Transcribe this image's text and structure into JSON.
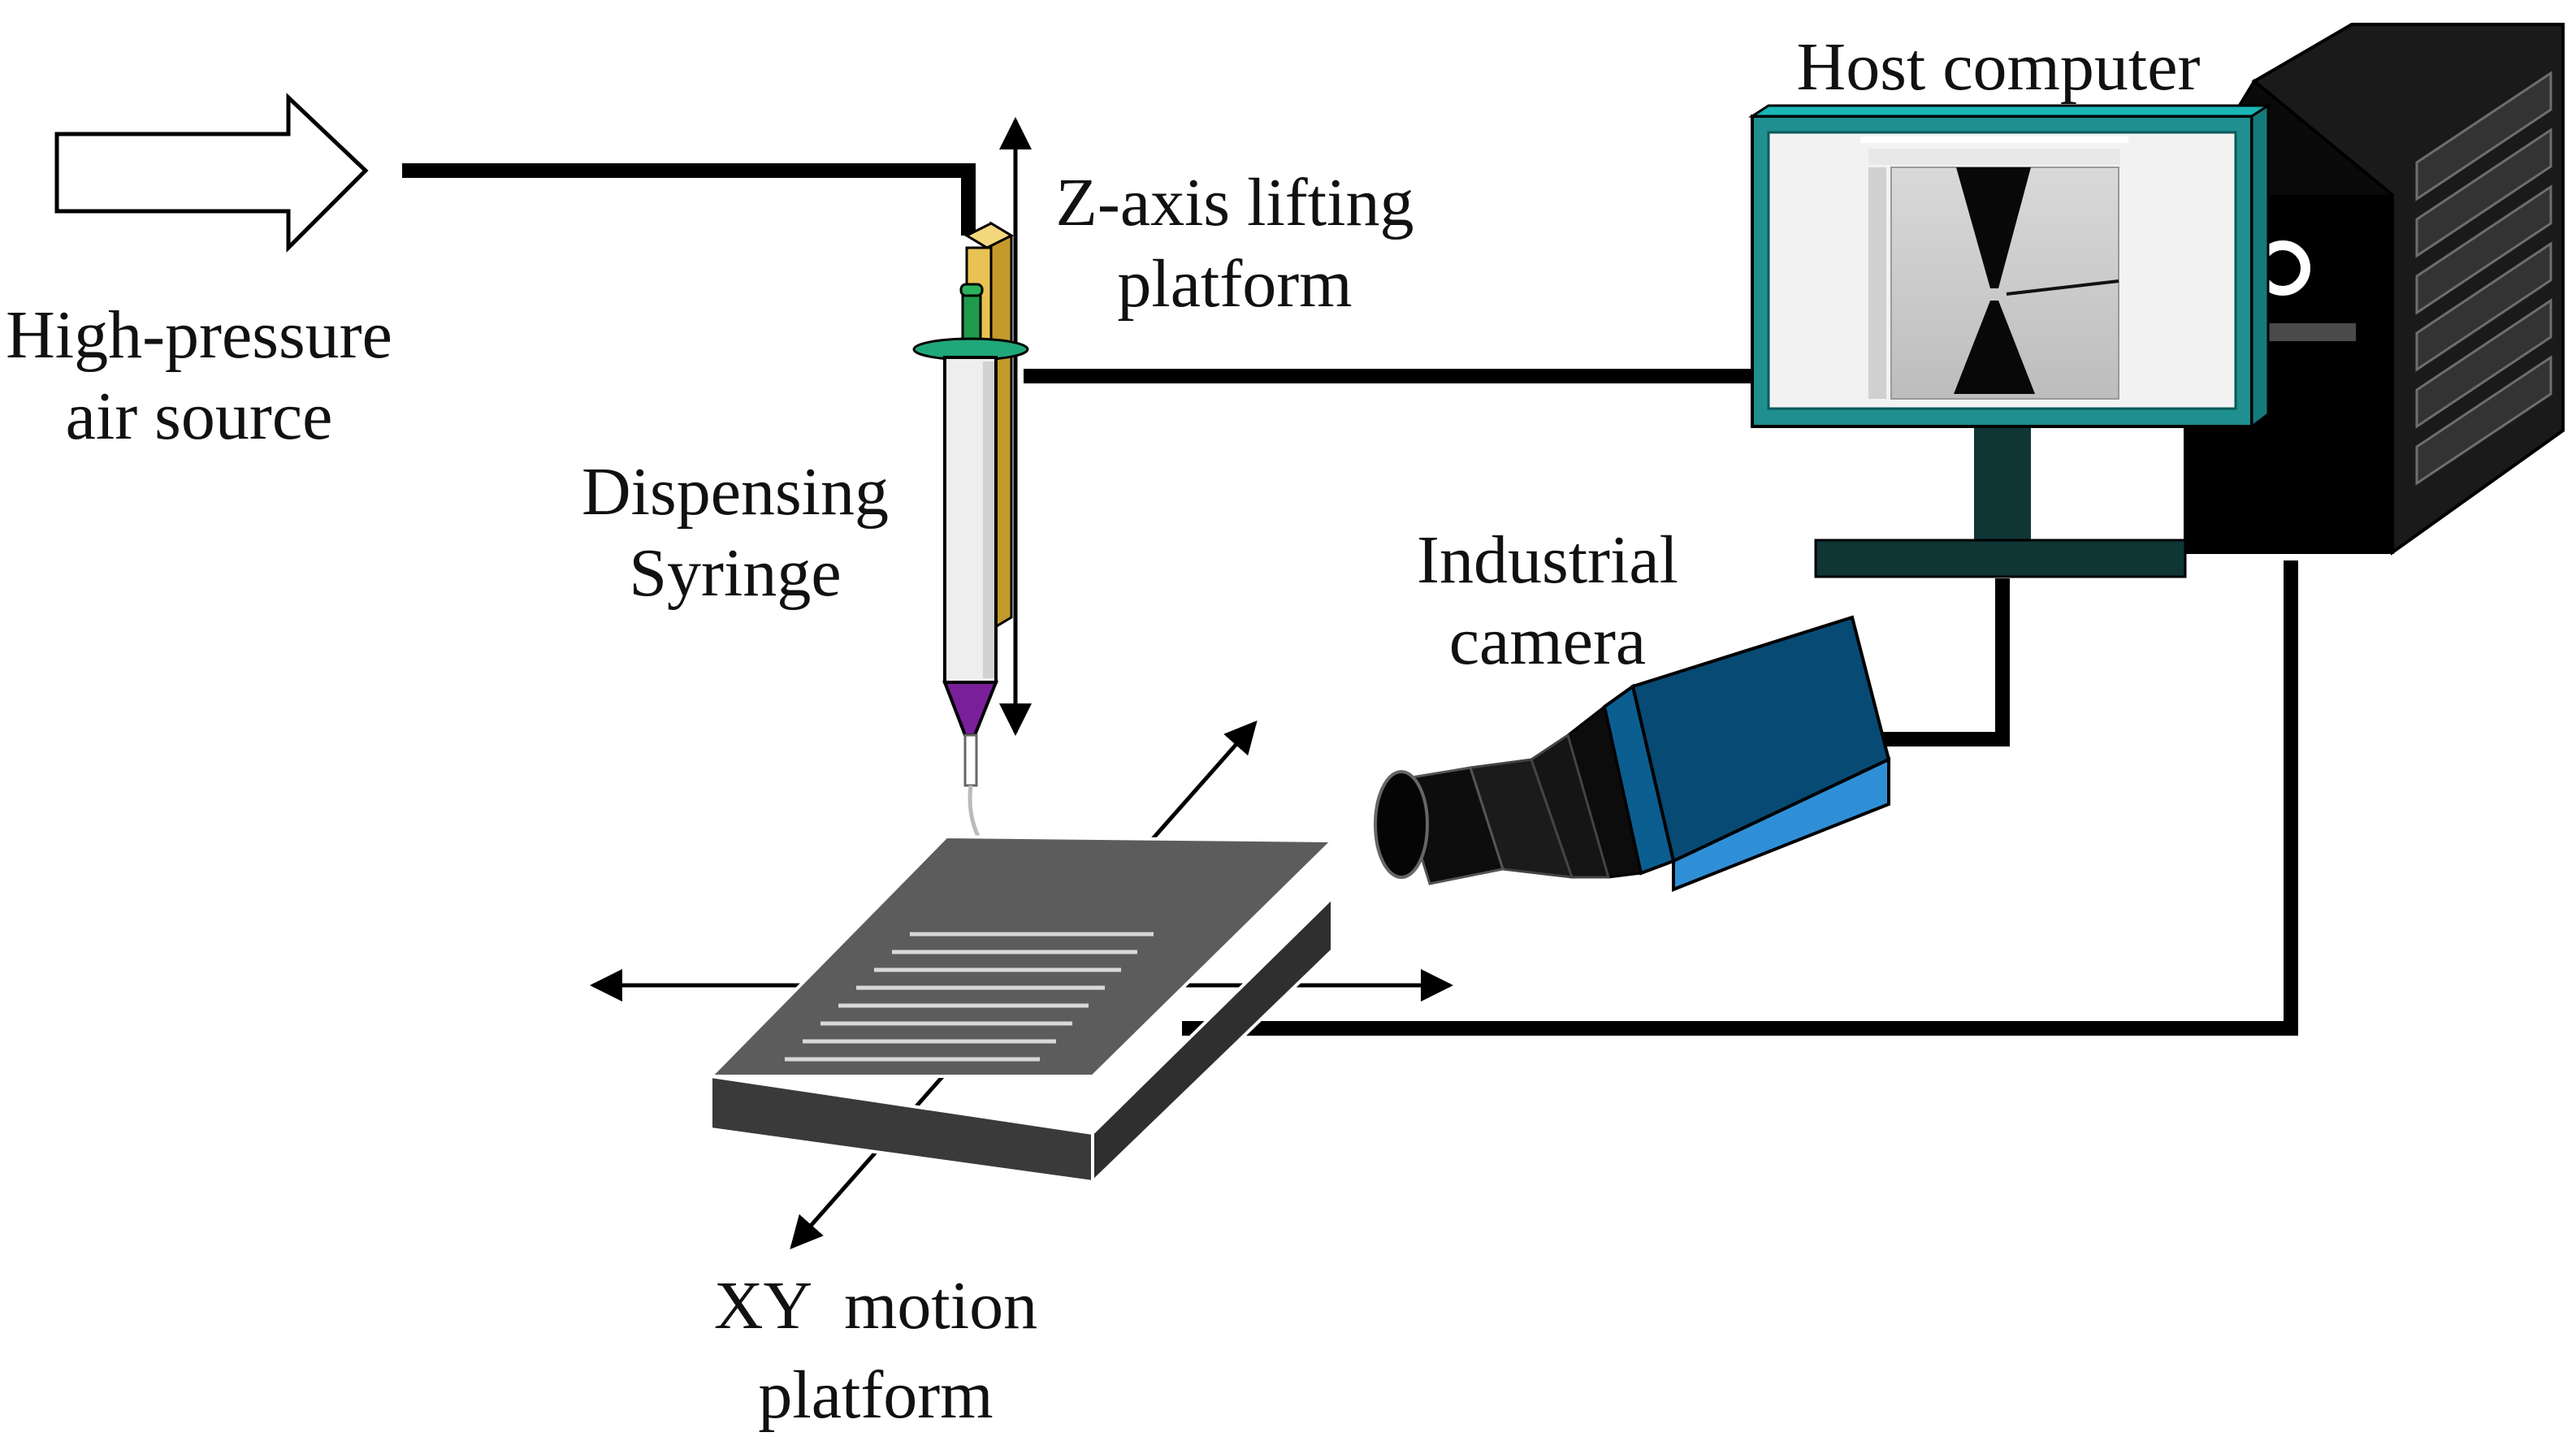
{
  "labels": {
    "air_source": [
      "High-pressure",
      "air source"
    ],
    "z_axis": [
      "Z-axis lifting",
      "platform"
    ],
    "syringe": [
      "Dispensing",
      "Syringe"
    ],
    "host": "Host computer",
    "camera": [
      "Industrial",
      "camera"
    ],
    "xy": [
      "XY  motion",
      "platform"
    ]
  },
  "colors": {
    "line": "#000000",
    "monitor_frame": "#1f8f8f",
    "monitor_bezel": "#1ab7b7",
    "stand": "#0f3535",
    "tower": "#141414",
    "camera_top": "#074a74",
    "camera_front": "#0b5e90",
    "camera_light": "#2f8fd6",
    "platform_top": "#5c5c5c",
    "platform_side": "#3a3a3a",
    "z_rail": "#e8c254",
    "syringe_flange": "#21a87a",
    "nozzle": "#7a1f9a"
  },
  "icons": {
    "air_arrow": "hollow-arrow-right-icon",
    "camera": "industrial-camera-icon",
    "computer": "desktop-computer-icon",
    "syringe": "syringe-icon"
  }
}
